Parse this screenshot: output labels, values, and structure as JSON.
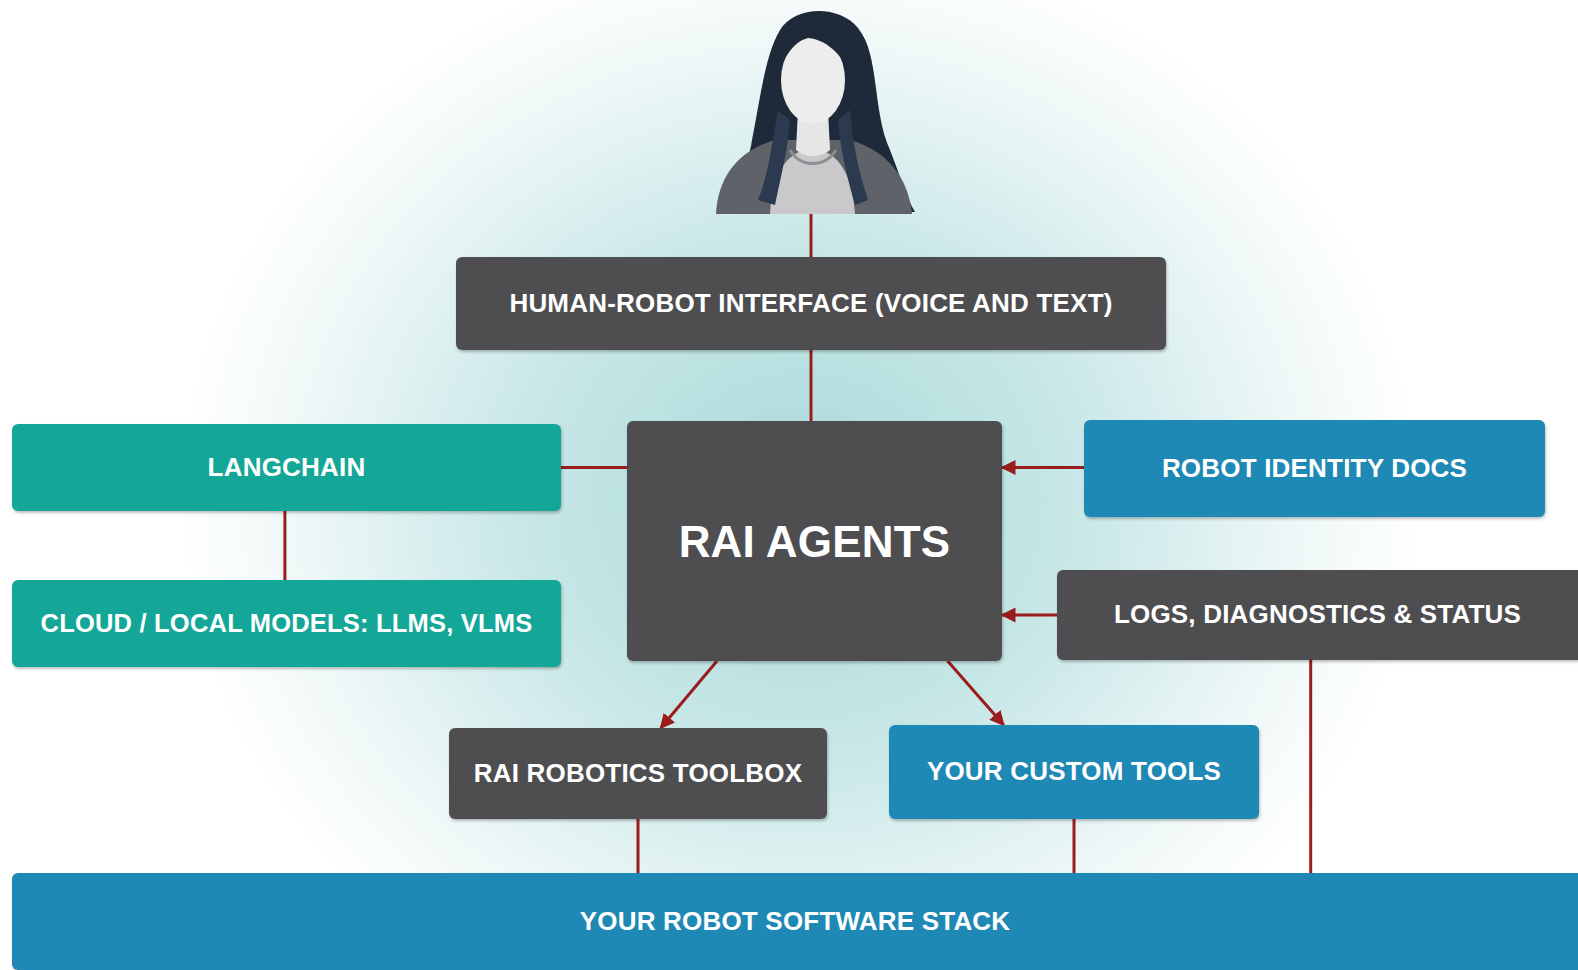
{
  "diagram": {
    "nodes": [
      {
        "text": [
          "HUMAN-ROBOT INTERFACE (VOICE AND TEXT)"
        ]
      },
      {
        "text": [
          "LANGCHAIN"
        ]
      },
      {
        "text": [
          "RAI AGENTS"
        ]
      },
      {
        "text": [
          "ROBOT IDENTITY DOCS"
        ]
      },
      {
        "text": [
          "CLOUD / LOCAL MODELS: LLMS, VLMS"
        ]
      },
      {
        "text": [
          "LOGS, DIAGNOSTICS & STATUS"
        ]
      },
      {
        "text": [
          "RAI ROBOTICS TOOLBOX"
        ]
      },
      {
        "text": [
          "YOUR CUSTOM TOOLS"
        ]
      },
      {
        "text": [
          "YOUR ROBOT SOFTWARE STACK"
        ]
      }
    ],
    "edges": [
      {
        "from": 0,
        "to": 2,
        "arrow": "none"
      },
      {
        "from": 1,
        "to": 2,
        "arrow": "none"
      },
      {
        "from": 1,
        "to": 4,
        "arrow": "none"
      },
      {
        "from": 3,
        "to": 2,
        "arrow": "to"
      },
      {
        "from": 5,
        "to": 2,
        "arrow": "to"
      },
      {
        "from": 2,
        "to": 6,
        "arrow": "to"
      },
      {
        "from": 2,
        "to": 7,
        "arrow": "to"
      },
      {
        "from": 6,
        "to": 8,
        "arrow": "none"
      },
      {
        "from": 7,
        "to": 8,
        "arrow": "none"
      },
      {
        "from": 5,
        "to": 8,
        "arrow": "none"
      }
    ]
  }
}
